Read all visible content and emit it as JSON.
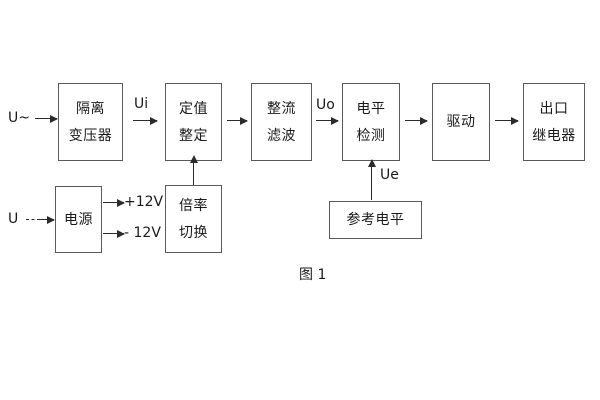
{
  "diagram": {
    "caption": "图 1",
    "inputs": [
      {
        "id": "ac-input",
        "label": "U~"
      },
      {
        "id": "dc-input",
        "label": "U"
      }
    ],
    "signal_labels": [
      {
        "id": "ui",
        "label": "Ui"
      },
      {
        "id": "uo",
        "label": "Uo"
      },
      {
        "id": "ue",
        "label": "Ue"
      }
    ],
    "rail_labels": [
      {
        "id": "rail-pos",
        "label": "+12V"
      },
      {
        "id": "rail-neg",
        "label": "- 12V"
      }
    ],
    "blocks": [
      {
        "id": "isolation-transformer",
        "line1": "隔离",
        "line2": "变压器"
      },
      {
        "id": "setting-value",
        "line1": "定值",
        "line2": "整定"
      },
      {
        "id": "rectify-filter",
        "line1": "整流",
        "line2": "滤波"
      },
      {
        "id": "level-detect",
        "line1": "电平",
        "line2": "检测"
      },
      {
        "id": "drive",
        "line1": "驱动",
        "line2": ""
      },
      {
        "id": "output-relay",
        "line1": "出口",
        "line2": "继电器"
      },
      {
        "id": "power-supply",
        "line1": "电源",
        "line2": ""
      },
      {
        "id": "ratio-switch",
        "line1": "倍率",
        "line2": "切换"
      },
      {
        "id": "reference-level",
        "line1": "参考电平",
        "line2": ""
      }
    ],
    "colors": {
      "border": "#5a5a5a",
      "arrow": "#2b2b2b",
      "text": "#1a1a1a",
      "background": "#ffffff"
    }
  }
}
